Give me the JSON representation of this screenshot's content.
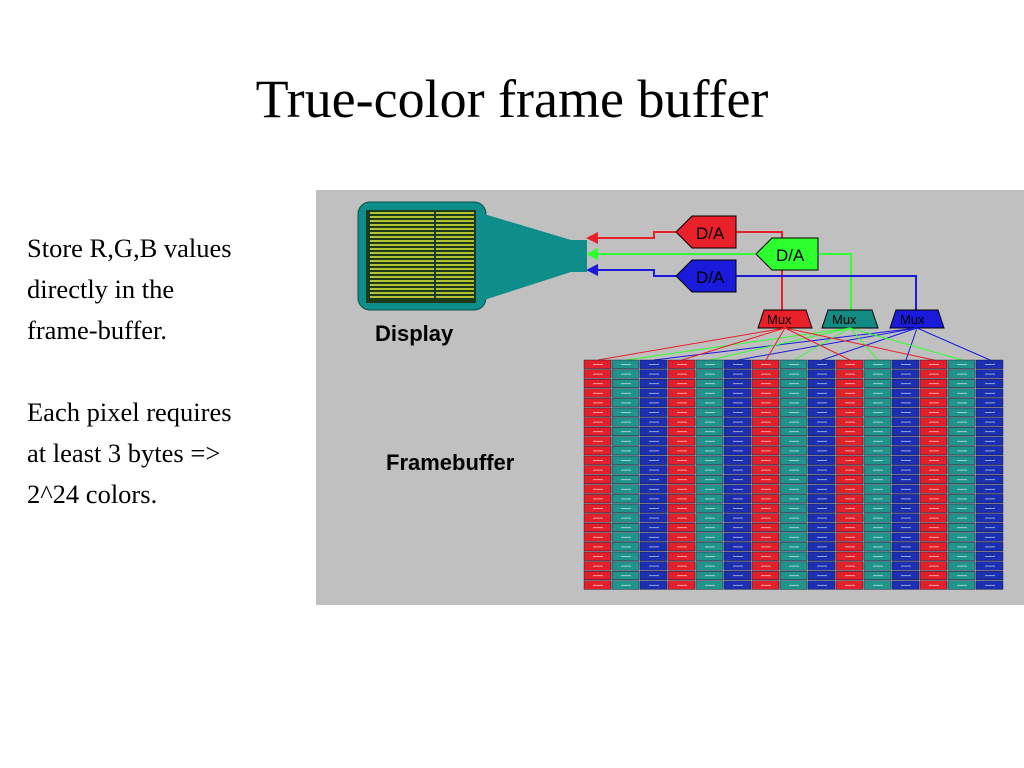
{
  "slide": {
    "title": "True-color frame buffer",
    "paragraph1": [
      "Store R,G,B values",
      "directly in the",
      "frame-buffer."
    ],
    "paragraph2": [
      "Each pixel requires",
      "at least 3 bytes =>",
      "2^24 colors."
    ]
  },
  "diagram": {
    "display_label": "Display",
    "framebuffer_label": "Framebuffer",
    "dac_labels": [
      "D/A",
      "D/A",
      "D/A"
    ],
    "mux_labels": [
      "Mux",
      "Mux",
      "Mux"
    ],
    "grid_columns": 15,
    "grid_rows": 24,
    "colors": {
      "background": "#c0c0c0",
      "red": "#e8202a",
      "green": "#2eff2e",
      "blue": "#1a1adb",
      "teal": "#138a82",
      "monitor": "#0f8d8b",
      "screen_lines": "#e6ef3a",
      "cell_red": "#e0202a",
      "cell_teal": "#20948a",
      "cell_blue": "#1c2fb0"
    }
  }
}
